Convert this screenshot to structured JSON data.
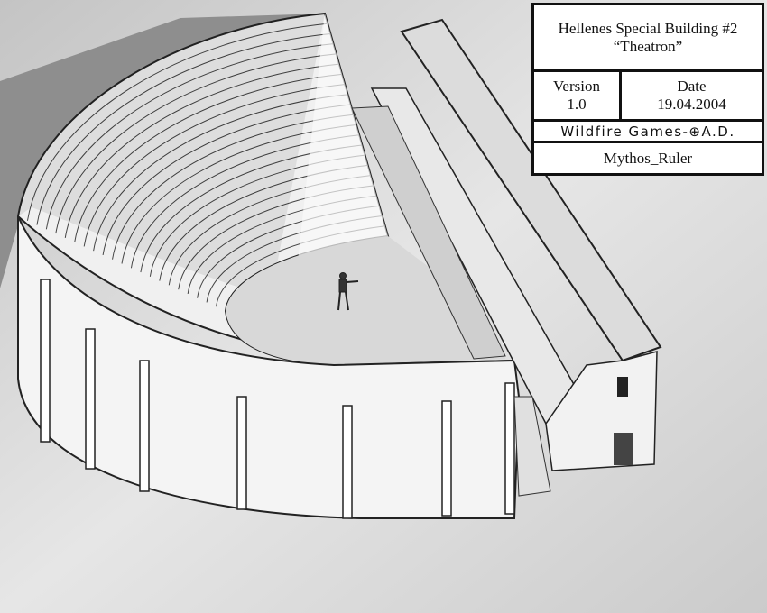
{
  "title_block": {
    "title": "Hellenes Special Building #2",
    "subtitle": "“Theatron”",
    "version_label": "Version",
    "version_value": "1.0",
    "date_label": "Date",
    "date_value": "19.04.2004",
    "studio": "Wildfire Games-⊕A.D.",
    "author": "Mythos_Ruler"
  },
  "colors": {
    "paper": "#cfcfcf",
    "shadow": "#8e8e8e",
    "ink": "#222222",
    "stone": "#f2f2f2"
  }
}
